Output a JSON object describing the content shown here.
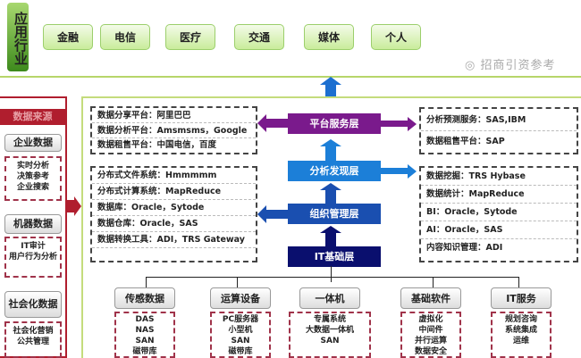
{
  "industry": {
    "label": "应用行业",
    "items": [
      "金融",
      "电信",
      "医疗",
      "交通",
      "媒体",
      "个人"
    ]
  },
  "sources": {
    "title": "数据来源",
    "groups": [
      {
        "label": "企业数据",
        "items": [
          "实时分析",
          "决策参考",
          "企业搜索"
        ]
      },
      {
        "label": "机器数据",
        "items": [
          "IT审计",
          "用户行为分析"
        ]
      },
      {
        "label": "社会化数据",
        "items": [
          "社会化营销",
          "公共管理"
        ]
      }
    ]
  },
  "layers": [
    "平台服务层",
    "分析发现层",
    "组织管理层",
    "IT基础层"
  ],
  "left_boxes": [
    [
      "数据分享平台：阿里巴巴",
      "数据分析平台：Amsmsms，Google",
      "数据租售平台：中国电信，百度"
    ],
    [
      "分布式文件系统：Hmmmmm",
      "分布式计算系统：MapReduce",
      "数据库：Oracle，Sytode",
      "数据仓库：Oracle，SAS",
      "数据转换工具：ADI，TRS Gateway"
    ]
  ],
  "right_boxes": [
    [
      "分析预测服务：SAS,IBM",
      "数据租售平台：SAP"
    ],
    [
      "数据挖掘：TRS Hybase",
      "数据统计：MapReduce",
      "BI：Oracle，Sytode",
      "AI：Oracle，SAS",
      "内容知识管理：ADI"
    ]
  ],
  "infra": [
    {
      "label": "传感数据",
      "items": [
        "DAS",
        "NAS",
        "SAN",
        "磁带库"
      ]
    },
    {
      "label": "运算设备",
      "items": [
        "PC服务器",
        "小型机",
        "SAN",
        "磁带库"
      ]
    },
    {
      "label": "一体机",
      "items": [
        "专属系统",
        "大数据一体机",
        "SAN"
      ]
    },
    {
      "label": "基础软件",
      "items": [
        "虚拟化",
        "中间件",
        "并行运算",
        "数据安全"
      ]
    },
    {
      "label": "IT服务",
      "items": [
        "规划咨询",
        "系统集成",
        "运维"
      ]
    }
  ],
  "watermark": "招商引资参考",
  "colors": {
    "purple": "#7a1a8c",
    "lightblue": "#1c7fd8",
    "blue": "#1a4fb0",
    "navy": "#0a0f6e",
    "red": "#b01e2e"
  }
}
